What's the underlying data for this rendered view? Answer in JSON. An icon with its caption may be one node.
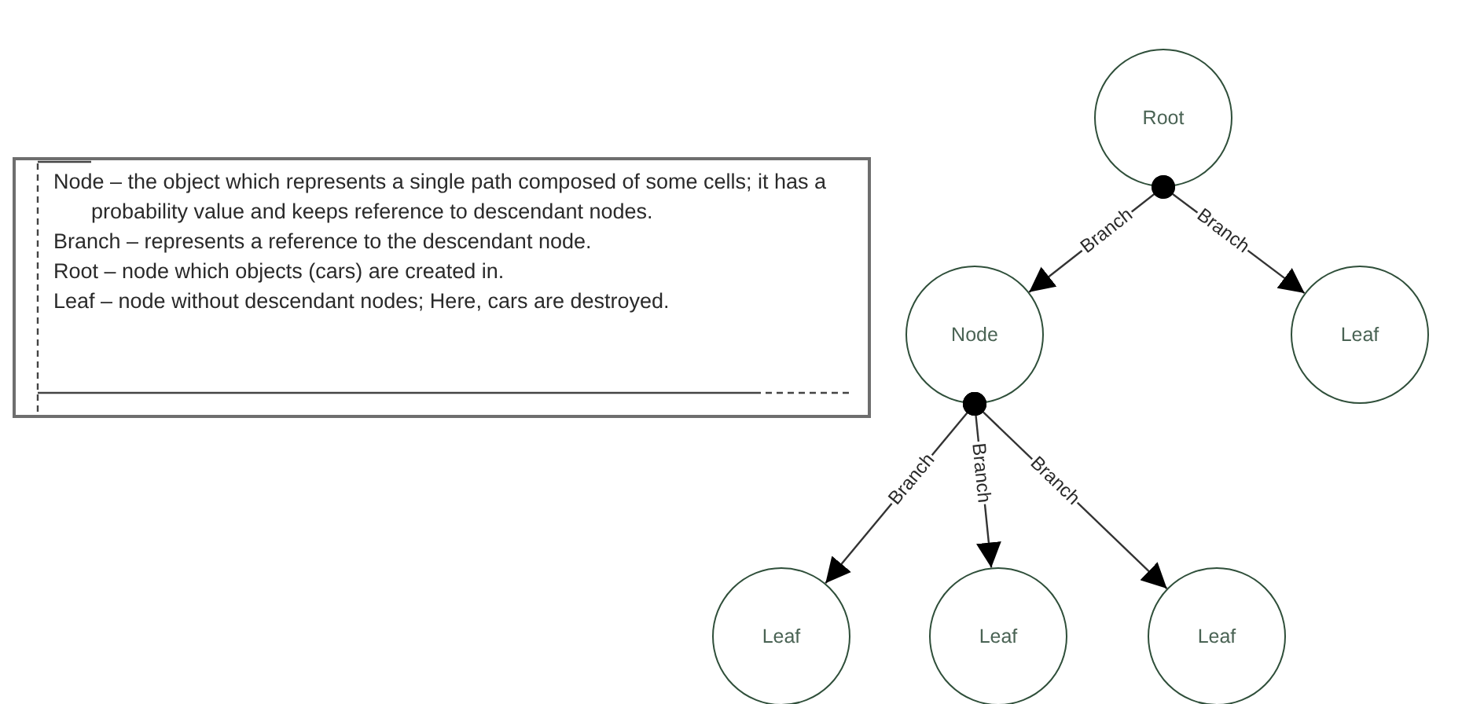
{
  "diagram": {
    "nodes": [
      {
        "text": [
          "Node – the object which represents a single path composed of some cells; it has a probability value and keeps reference to descendant nodes.",
          "Branch – represents a reference to the descendant node.",
          "Root – node which objects (cars) are created in.",
          "Leaf – node without descendant nodes; Here, cars are destroyed."
        ]
      },
      {
        "text": [
          "Root"
        ]
      },
      {
        "text": [
          "Node"
        ]
      },
      {
        "text": [
          "Leaf"
        ]
      },
      {
        "text": [
          "Leaf"
        ]
      },
      {
        "text": [
          "Leaf"
        ]
      },
      {
        "text": [
          "Leaf"
        ]
      }
    ],
    "edges": [
      {
        "from": 1,
        "to": 2,
        "arrow": "to",
        "label": "Branch"
      },
      {
        "from": 1,
        "to": 3,
        "arrow": "to",
        "label": "Branch"
      },
      {
        "from": 2,
        "to": 4,
        "arrow": "to",
        "label": "Branch"
      },
      {
        "from": 2,
        "to": 5,
        "arrow": "to",
        "label": "Branch"
      },
      {
        "from": 2,
        "to": 6,
        "arrow": "to",
        "label": "Branch"
      }
    ]
  }
}
